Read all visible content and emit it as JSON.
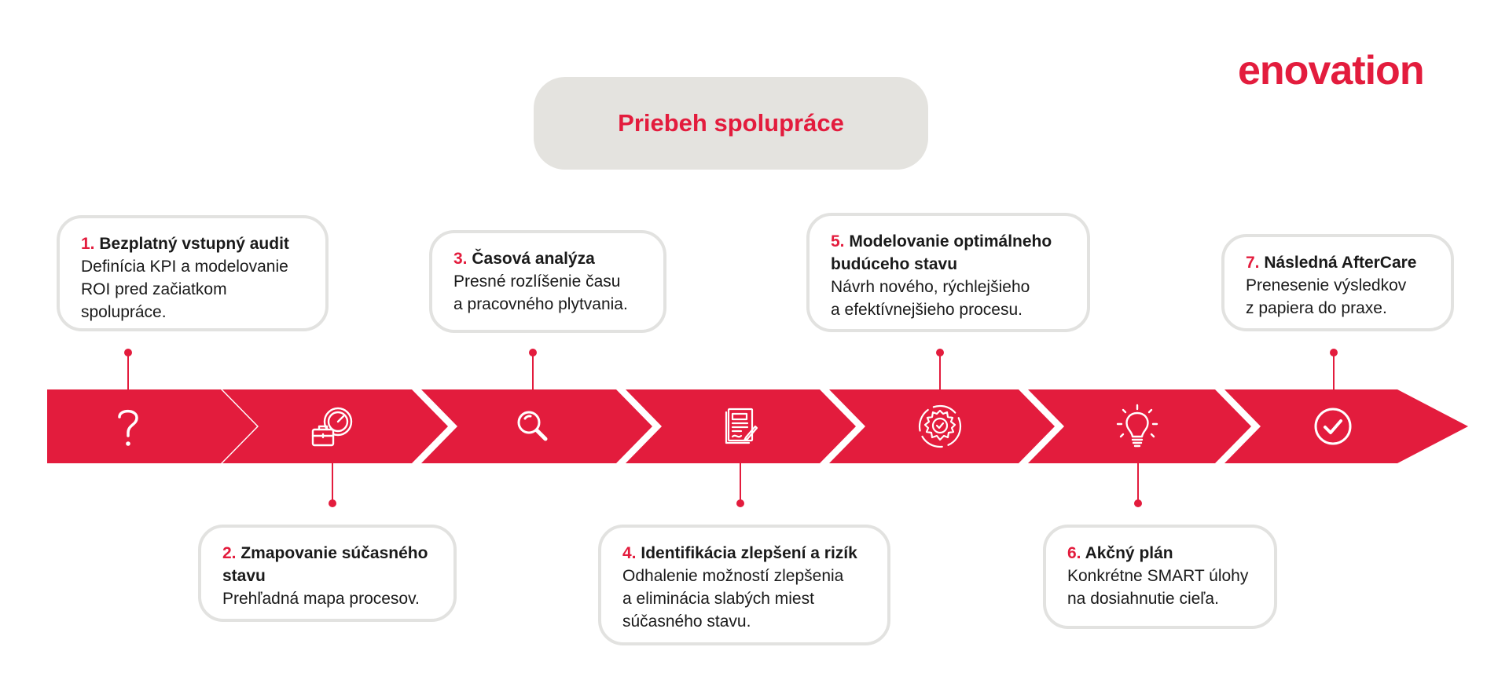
{
  "brand": {
    "logo_text": "enovation",
    "accent_color": "#e31c3d"
  },
  "title": "Priebeh spolupráce",
  "steps": [
    {
      "number": "1.",
      "heading": "Bezplatný vstupný audit",
      "description": "Definícia KPI a modelovanie\nROI pred začiatkom\nspolupráce.",
      "icon": "question-icon"
    },
    {
      "number": "2.",
      "heading": "Zmapovanie súčasného\nstavu",
      "description": "Prehľadná mapa procesov.",
      "icon": "briefcase-clock-icon"
    },
    {
      "number": "3.",
      "heading": "Časová analýza",
      "description": "Presné rozlíšenie času\na pracovného plytvania.",
      "icon": "magnifier-icon"
    },
    {
      "number": "4.",
      "heading": "Identifikácia zlepšení a rizík",
      "description": "Odhalenie možností zlepšenia\na eliminácia slabých miest\nsúčasného stavu.",
      "icon": "document-pen-icon"
    },
    {
      "number": "5.",
      "heading": "Modelovanie optimálneho\nbudúceho stavu",
      "description": "Návrh nového, rýchlejšieho\na efektívnejšieho procesu.",
      "icon": "gear-check-icon"
    },
    {
      "number": "6.",
      "heading": "Akčný plán",
      "description": "Konkrétne SMART úlohy\nna dosiahnutie cieľa.",
      "icon": "lightbulb-icon"
    },
    {
      "number": "7.",
      "heading": "Následná AfterCare",
      "description": "Prenesenie výsledkov\nz papiera do praxe.",
      "icon": "checkmark-circle-icon"
    }
  ]
}
